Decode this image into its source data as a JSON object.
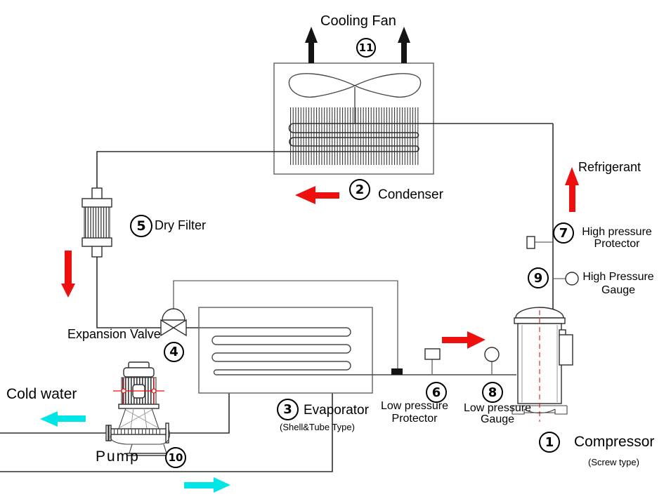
{
  "colors": {
    "red": "#ee0f0f",
    "cyan": "#00e6e6"
  },
  "components": {
    "compressor": {
      "number": "1",
      "label": "Compressor",
      "sublabel": "(Screw type)"
    },
    "condenser": {
      "number": "2",
      "label": "Condenser"
    },
    "evaporator": {
      "number": "3",
      "label": "Evaporator",
      "sublabel": "(Shell&Tube Type)"
    },
    "expansion_valve": {
      "number": "4",
      "label": "Expansion Valve"
    },
    "dry_filter": {
      "number": "5",
      "label": "Dry Filter"
    },
    "low_pressure_protector": {
      "number": "6",
      "line1": "Low pressure",
      "line2": "Protector"
    },
    "high_pressure_protector": {
      "number": "7",
      "line1": "High pressure",
      "line2": "Protector"
    },
    "low_pressure_gauge": {
      "number": "8",
      "line1": "Low pressure",
      "line2": "Gauge"
    },
    "high_pressure_gauge": {
      "number": "9",
      "line1": "High Pressure",
      "line2": "Gauge"
    },
    "pump": {
      "number": "10",
      "label": "Pump"
    },
    "cooling_fan": {
      "number": "11",
      "label": "Cooling Fan"
    }
  },
  "annotations": {
    "cold_water": "Cold water",
    "refrigerant": "Refrigerant"
  }
}
